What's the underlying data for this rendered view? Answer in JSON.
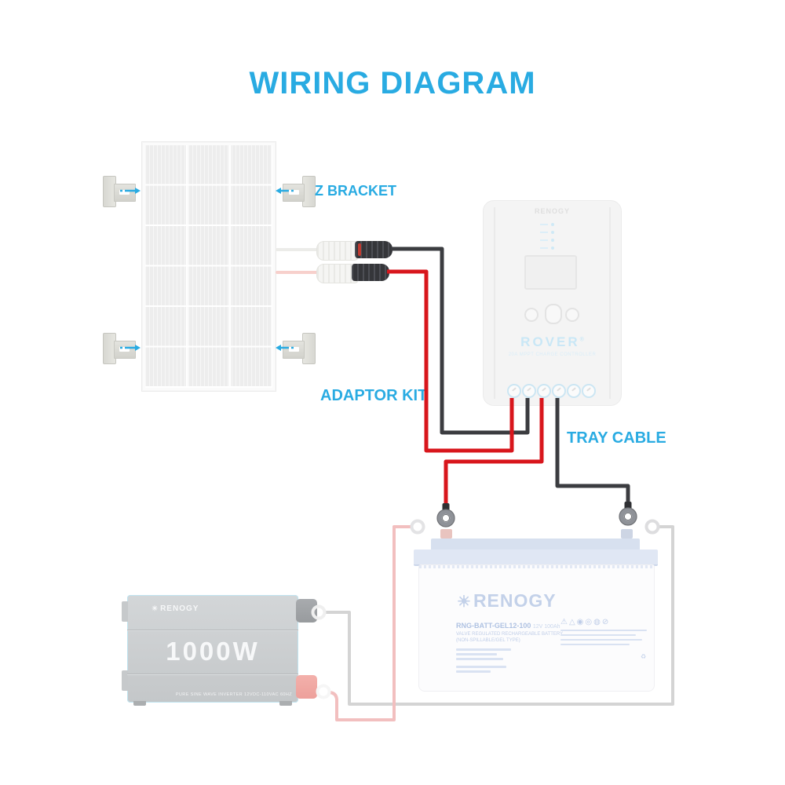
{
  "title": "WIRING DIAGRAM",
  "labels": {
    "z_bracket": "Z BRACKET",
    "adaptor_kit": "ADAPTOR KIT",
    "tray_cable": "TRAY CABLE"
  },
  "colors": {
    "accent": "#29ABE2",
    "wire_red": "#D8161C",
    "wire_black": "#3B3C40",
    "ghost_pink": "#F2BFBF",
    "ghost_gray": "#D4D4D4"
  },
  "controller": {
    "brand": "RENOGY",
    "model": "ROVER",
    "reg_mark": "®",
    "subtitle": "20A MPPT CHARGE CONTROLLER"
  },
  "battery": {
    "brand": "RENOGY",
    "sun_icon": "☀",
    "model": "RNG-BATT-GEL12-100",
    "model_suffix": "12V 100Ah",
    "desc1": "VALVE REGULATED RECHARGEABLE BATTERY",
    "desc2": "(NON-SPILLABLE/GEL TYPE)",
    "cert_icons": "⚠△◉◎◍⊘",
    "mini_mark": "♻"
  },
  "inverter": {
    "brand": "RENOGY",
    "sun_icon": "☀",
    "power": "1000W",
    "spec": "PURE SINE WAVE INVERTER 12VDC-110VAC 60HZ"
  }
}
